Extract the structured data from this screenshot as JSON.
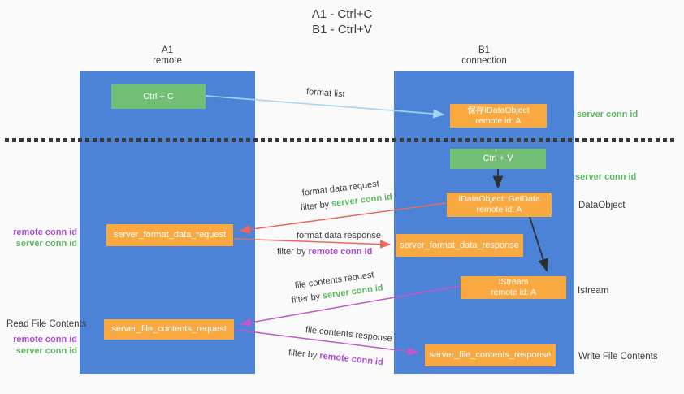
{
  "title": {
    "line1": "A1 - Ctrl+C",
    "line2": "B1 - Ctrl+V"
  },
  "columns": {
    "left": {
      "name": "A1",
      "role": "remote"
    },
    "right": {
      "name": "B1",
      "role": "connection"
    }
  },
  "nodes": {
    "ctrl_c": "Ctrl + C",
    "ctrl_v": "Ctrl + V",
    "save_dataobject": {
      "line1": "保存IDataObject",
      "line2": "remote id: A"
    },
    "getdata": {
      "line1": "IDataObject::GetData",
      "line2": "remote id: A"
    },
    "istream": {
      "line1": "IStream",
      "line2": "remote id: A"
    },
    "server_format_data_request": "server_format_data_request",
    "server_format_data_response": "server_format_data_response",
    "server_file_contents_request": "server_file_contents_request",
    "server_file_contents_response": "server_file_contents_response"
  },
  "flow_labels": {
    "format_list": "format list",
    "format_data_request": "format data request",
    "format_data_response": "format data response",
    "file_contents_request": "file contents request",
    "file_contents_response": "file contents response",
    "filter_by": "filter by",
    "server_conn_id": "server conn id",
    "remote_conn_id": "remote conn id"
  },
  "side_labels": {
    "left_remote_conn_id": "remote conn id",
    "left_server_conn_id": "server conn id",
    "read_file_contents": "Read File Contents",
    "left_remote_conn_id_2": "remote conn id",
    "left_server_conn_id_2": "server conn id",
    "right_server_conn_id_1": "server conn id",
    "right_server_conn_id_2": "server conn id",
    "dataobject": "DataObject",
    "istream": "Istream",
    "write_file_contents": "Write File Contents"
  },
  "colors": {
    "background": "#fafafa",
    "column_blue": "#4d83d6",
    "node_green": "#71be74",
    "node_orange": "#f9a940",
    "arrow_blue": "#a6d3f2",
    "arrow_red": "#e96a5c",
    "arrow_magenta": "#c457c9",
    "arrow_black": "#2f2f2f",
    "text_green": "#5cb861",
    "text_purple": "#ab4bd9",
    "text_dark": "#3b3b3b"
  }
}
